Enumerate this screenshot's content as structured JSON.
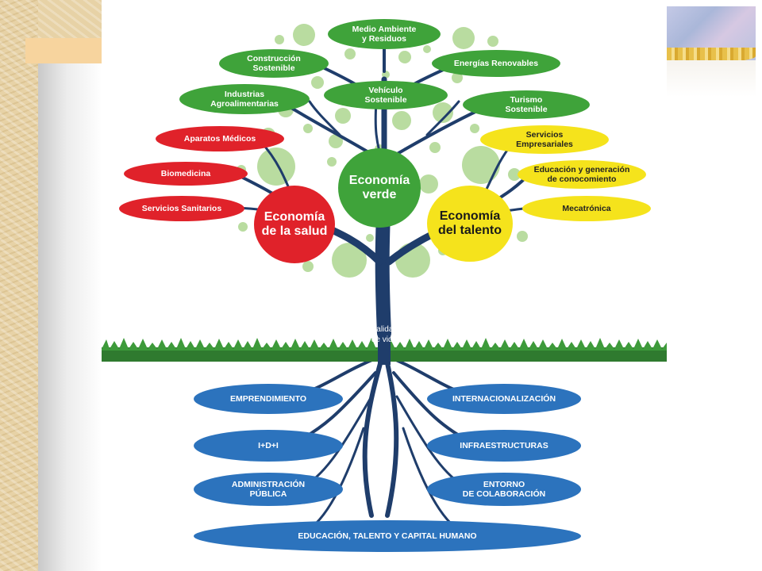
{
  "center": {
    "green": "Economía\nverde",
    "red": "Economía\nde la salud",
    "yellow": "Economía\ndel talento"
  },
  "trunk_label": "Calidad\nde vida",
  "green_leaves": {
    "medio_ambiente": "Medio Ambiente\ny Residuos",
    "construccion": "Construcción\nSostenible",
    "energias": "Energías Renovables",
    "industrias": "Industrias\nAgroalimentarias",
    "vehiculo": "Vehículo\nSostenible",
    "turismo": "Turismo\nSostenible"
  },
  "red_leaves": {
    "aparatos": "Aparatos Médicos",
    "biomedicina": "Biomedicina",
    "servicios_sanitarios": "Servicios Sanitarios"
  },
  "yellow_leaves": {
    "servicios_empresariales": "Servicios\nEmpresariales",
    "educacion": "Educación y generación\nde conocomiento",
    "mecatronica": "Mecatrónica"
  },
  "roots": {
    "emprendimiento": "EMPRENDIMIENTO",
    "idi": "I+D+I",
    "administracion": "ADMINISTRACIÓN\nPÚBLICA",
    "internacionalizacion": "INTERNACIONALIZACIÓN",
    "infraestructuras": "INFRAESTRUCTURAS",
    "entorno": "ENTORNO\nDE COLABORACIÓN",
    "educacion_talento": "EDUCACIÓN, TALENTO Y CAPITAL HUMANO"
  },
  "colors": {
    "green": "#3fa33a",
    "red": "#e0222a",
    "yellow": "#f5e31c",
    "blue": "#2c73bd",
    "trunk": "#1f3d6b",
    "grass": "#2f7a2f",
    "bubble": "#b9dca0"
  }
}
